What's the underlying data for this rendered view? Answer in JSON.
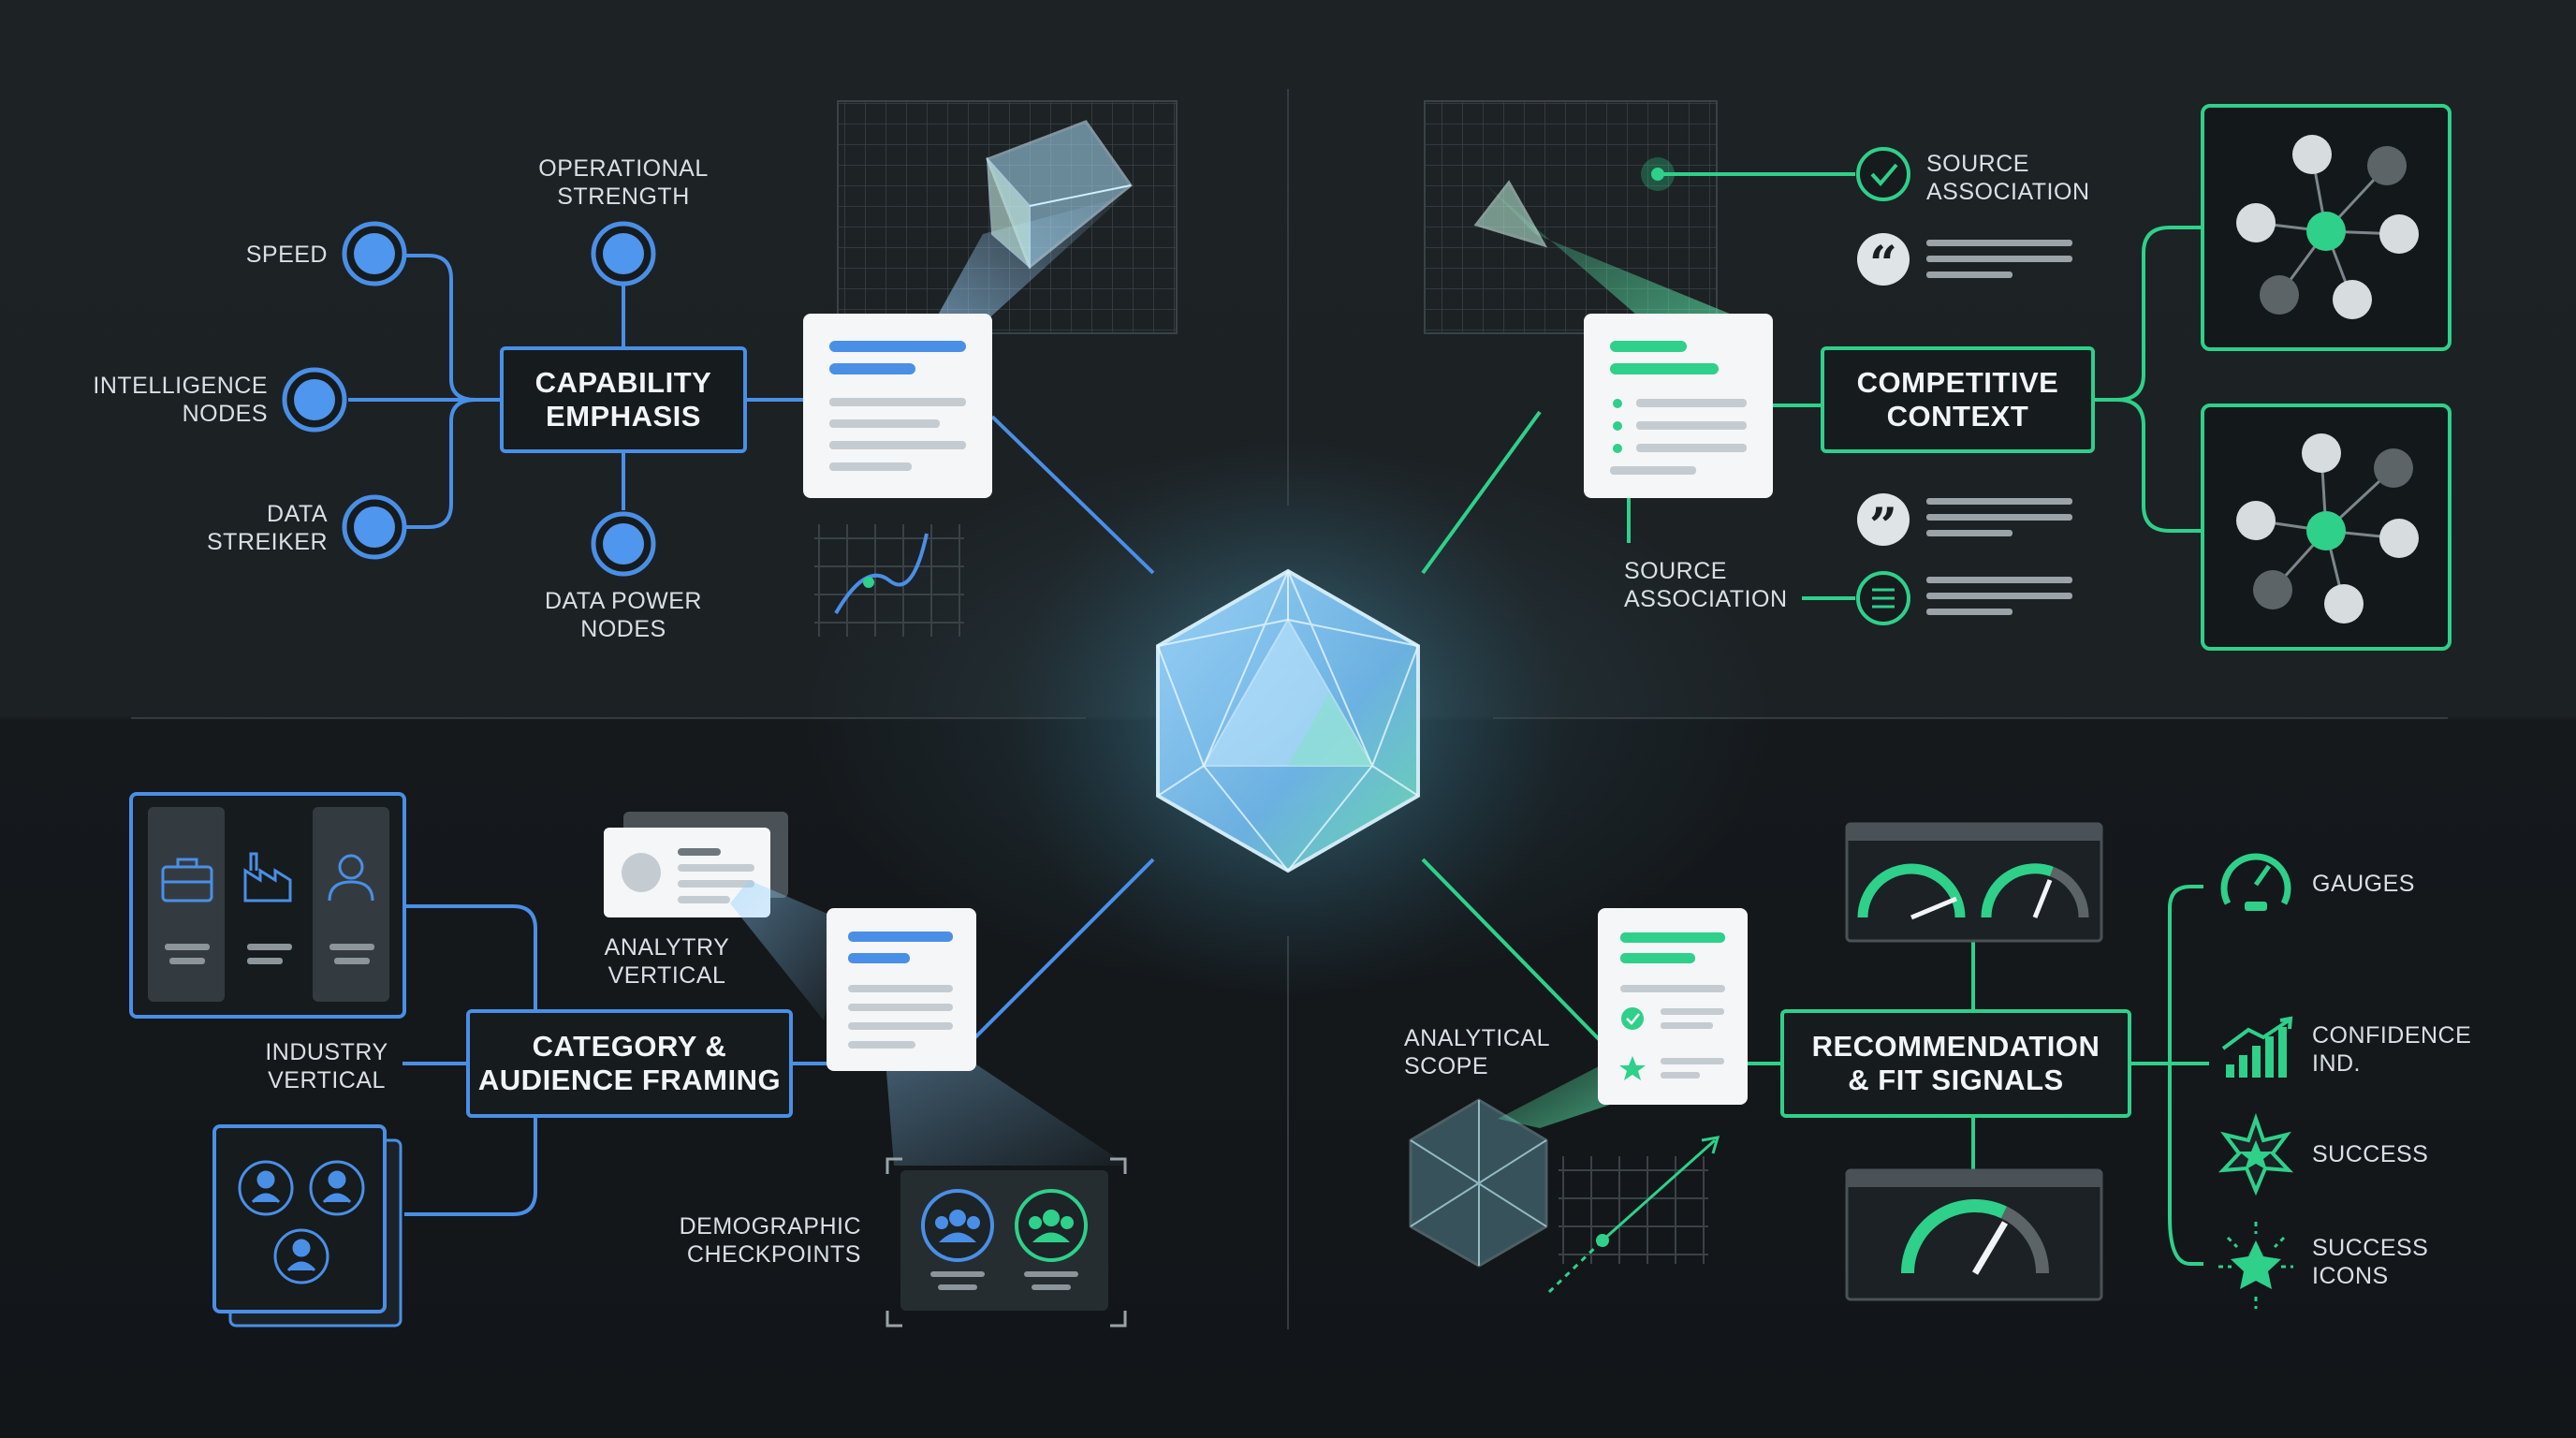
{
  "diagram": {
    "colors": {
      "blue": "#4a8fe6",
      "green": "#2ed08a",
      "background": "#1c2124",
      "panel": "#161b1e",
      "document": "#f4f6f8"
    },
    "center": {
      "icon": "crystal-icosahedron-icon"
    },
    "capability": {
      "title": "CAPABILITY\nEMPHASIS",
      "nodes": {
        "operational": "OPERATIONAL\nSTRENGTH",
        "speed": "SPEED",
        "intelligence": "INTELLIGENCE\nNODES",
        "data_streiker": "DATA\nSTREIKER",
        "data_power": "DATA POWER\nNODES"
      }
    },
    "competitive": {
      "title": "COMPETITIVE\nCONTEXT",
      "source_top": "SOURCE\nASSOCIATION",
      "source_bottom": "SOURCE\nASSOCIATION",
      "icons": [
        "check-circle-icon",
        "quote-open-icon",
        "quote-close-icon",
        "list-circle-icon",
        "network-graph-icon"
      ]
    },
    "category": {
      "title": "CATEGORY &\nAUDIENCE FRAMING",
      "analytry": "ANALYTRY\nVERTICAL",
      "industry": "INDUSTRY\nVERTICAL",
      "demographic": "DEMOGRAPHIC\nCHECKPOINTS",
      "icons": [
        "briefcase-icon",
        "factory-icon",
        "person-icon",
        "user-group-icon"
      ]
    },
    "recommendation": {
      "title": "RECOMMENDATION\n& FIT SIGNALS",
      "scope": "ANALYTICAL\nSCOPE",
      "signals": {
        "gauges": "GAUGES",
        "confidence": "CONFIDENCE\nIND.",
        "success": "SUCCESS",
        "success_icons": "SUCCESS\nICONS"
      }
    }
  }
}
